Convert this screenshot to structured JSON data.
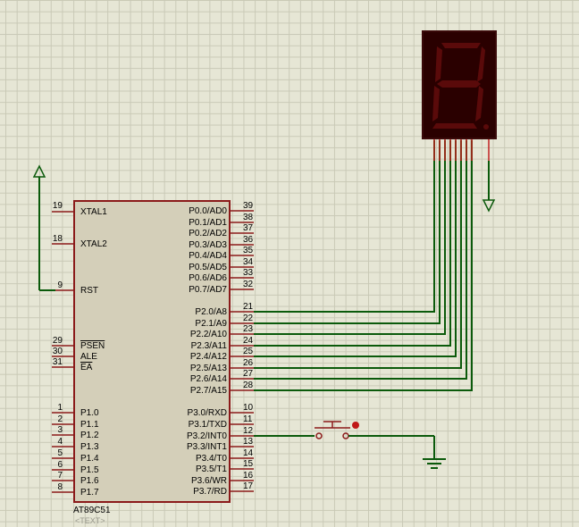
{
  "component": {
    "reference": "AT89C51",
    "text_placeholder": "<TEXT>"
  },
  "left_pins": [
    {
      "num": "19",
      "label": "XTAL1"
    },
    {
      "num": "18",
      "label": "XTAL2"
    },
    {
      "num": "9",
      "label": "RST"
    },
    {
      "num": "29",
      "label": "PSEN"
    },
    {
      "num": "30",
      "label": "ALE"
    },
    {
      "num": "31",
      "label": "EA"
    },
    {
      "num": "1",
      "label": "P1.0"
    },
    {
      "num": "2",
      "label": "P1.1"
    },
    {
      "num": "3",
      "label": "P1.2"
    },
    {
      "num": "4",
      "label": "P1.3"
    },
    {
      "num": "5",
      "label": "P1.4"
    },
    {
      "num": "6",
      "label": "P1.5"
    },
    {
      "num": "7",
      "label": "P1.6"
    },
    {
      "num": "8",
      "label": "P1.7"
    }
  ],
  "right_pins": [
    {
      "num": "39",
      "label": "P0.0/AD0"
    },
    {
      "num": "38",
      "label": "P0.1/AD1"
    },
    {
      "num": "37",
      "label": "P0.2/AD2"
    },
    {
      "num": "36",
      "label": "P0.3/AD3"
    },
    {
      "num": "35",
      "label": "P0.4/AD4"
    },
    {
      "num": "34",
      "label": "P0.5/AD5"
    },
    {
      "num": "33",
      "label": "P0.6/AD6"
    },
    {
      "num": "32",
      "label": "P0.7/AD7"
    },
    {
      "num": "21",
      "label": "P2.0/A8"
    },
    {
      "num": "22",
      "label": "P2.1/A9"
    },
    {
      "num": "23",
      "label": "P2.2/A10"
    },
    {
      "num": "24",
      "label": "P2.3/A11"
    },
    {
      "num": "25",
      "label": "P2.4/A12"
    },
    {
      "num": "26",
      "label": "P2.5/A13"
    },
    {
      "num": "27",
      "label": "P2.6/A14"
    },
    {
      "num": "28",
      "label": "P2.7/A15"
    },
    {
      "num": "10",
      "label": "P3.0/RXD"
    },
    {
      "num": "11",
      "label": "P3.1/TXD"
    },
    {
      "num": "12",
      "label": "P3.2/INT0"
    },
    {
      "num": "13",
      "label": "P3.3/INT1"
    },
    {
      "num": "14",
      "label": "P3.4/T0"
    },
    {
      "num": "15",
      "label": "P3.5/T1"
    },
    {
      "num": "16",
      "label": "P3.6/WR"
    },
    {
      "num": "17",
      "label": "P3.7/RD"
    }
  ],
  "colors": {
    "background": "#e6e6d5",
    "grid": "#c9c9b6",
    "wire": "#0b5a0b",
    "pin": "#8b1a1a",
    "chip_fill": "#d4cfb9",
    "segment_off": "#5a0a0a",
    "display_body": "#2a0000"
  },
  "icons": {
    "power_terminal": "up-arrow-terminal",
    "ground_terminal_display": "down-arrow-terminal",
    "ground_button": "ground-symbol",
    "push_button": "pushbutton-switch"
  }
}
